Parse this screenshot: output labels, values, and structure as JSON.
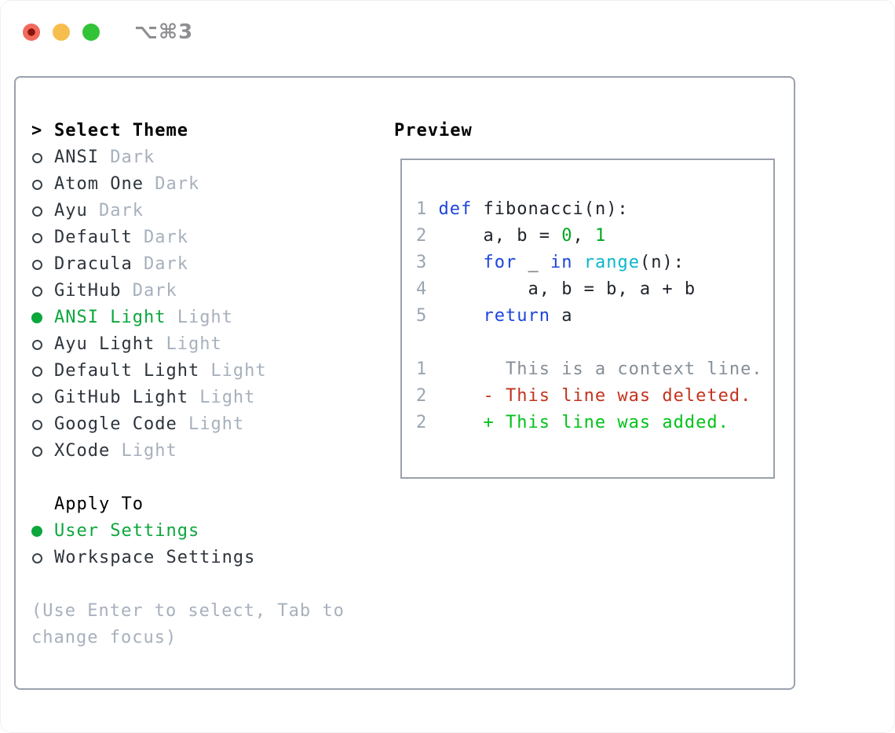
{
  "window": {
    "title": "⌥⌘3",
    "traffic_lights": [
      {
        "name": "close"
      },
      {
        "name": "minimize"
      },
      {
        "name": "zoom"
      }
    ]
  },
  "theme_selector": {
    "prompt": ">",
    "title": "Select Theme",
    "items": [
      {
        "label": "ANSI",
        "tag": "Dark",
        "selected": false
      },
      {
        "label": "Atom One",
        "tag": "Dark",
        "selected": false
      },
      {
        "label": "Ayu",
        "tag": "Dark",
        "selected": false
      },
      {
        "label": "Default",
        "tag": "Dark",
        "selected": false
      },
      {
        "label": "Dracula",
        "tag": "Dark",
        "selected": false
      },
      {
        "label": "GitHub",
        "tag": "Dark",
        "selected": false
      },
      {
        "label": "ANSI Light",
        "tag": "Light",
        "selected": true
      },
      {
        "label": "Ayu Light",
        "tag": "Light",
        "selected": false
      },
      {
        "label": "Default Light",
        "tag": "Light",
        "selected": false
      },
      {
        "label": "GitHub Light",
        "tag": "Light",
        "selected": false
      },
      {
        "label": "Google Code",
        "tag": "Light",
        "selected": false
      },
      {
        "label": "XCode",
        "tag": "Light",
        "selected": false
      }
    ],
    "apply_to": {
      "title": "Apply To",
      "options": [
        {
          "label": "User Settings",
          "selected": true
        },
        {
          "label": "Workspace Settings",
          "selected": false
        }
      ]
    },
    "hint": "(Use Enter to select, Tab to change focus)"
  },
  "preview": {
    "title": "Preview",
    "code_lines": [
      {
        "number": "1",
        "tokens": [
          {
            "text": "def",
            "style": "keyword"
          },
          {
            "text": " fibonacci(n):",
            "style": "plain"
          }
        ]
      },
      {
        "number": "2",
        "tokens": [
          {
            "text": "    a, b = ",
            "style": "plain"
          },
          {
            "text": "0",
            "style": "number"
          },
          {
            "text": ", ",
            "style": "plain"
          },
          {
            "text": "1",
            "style": "number"
          }
        ]
      },
      {
        "number": "3",
        "tokens": [
          {
            "text": "    ",
            "style": "plain"
          },
          {
            "text": "for",
            "style": "keyword"
          },
          {
            "text": " _ ",
            "style": "plain"
          },
          {
            "text": "in",
            "style": "keyword"
          },
          {
            "text": " ",
            "style": "plain"
          },
          {
            "text": "range",
            "style": "builtin"
          },
          {
            "text": "(n):",
            "style": "plain"
          }
        ]
      },
      {
        "number": "4",
        "tokens": [
          {
            "text": "        a, b = b, a + b",
            "style": "plain"
          }
        ]
      },
      {
        "number": "5",
        "tokens": [
          {
            "text": "    ",
            "style": "plain"
          },
          {
            "text": "return",
            "style": "keyword"
          },
          {
            "text": " a",
            "style": "plain"
          }
        ]
      }
    ],
    "diff_lines": [
      {
        "number": "1",
        "marker": " ",
        "text": "This is a context line.",
        "type": "context"
      },
      {
        "number": "2",
        "marker": "-",
        "text": "This line was deleted.",
        "type": "deleted"
      },
      {
        "number": "2",
        "marker": "+",
        "text": "This line was added.",
        "type": "added"
      }
    ]
  },
  "colors": {
    "panel_border": "#9aa1ac",
    "selected_green": "#0ba63c",
    "keyword_blue": "#1d44dd",
    "builtin_cyan": "#0ab6cd",
    "number_green": "#00a71f",
    "diff_red": "#c3331d",
    "diff_green": "#00c219",
    "muted_gray": "#a7b0bd",
    "traffic_red": "#f06a5d",
    "traffic_yellow": "#f6be4f",
    "traffic_green": "#32c336"
  }
}
